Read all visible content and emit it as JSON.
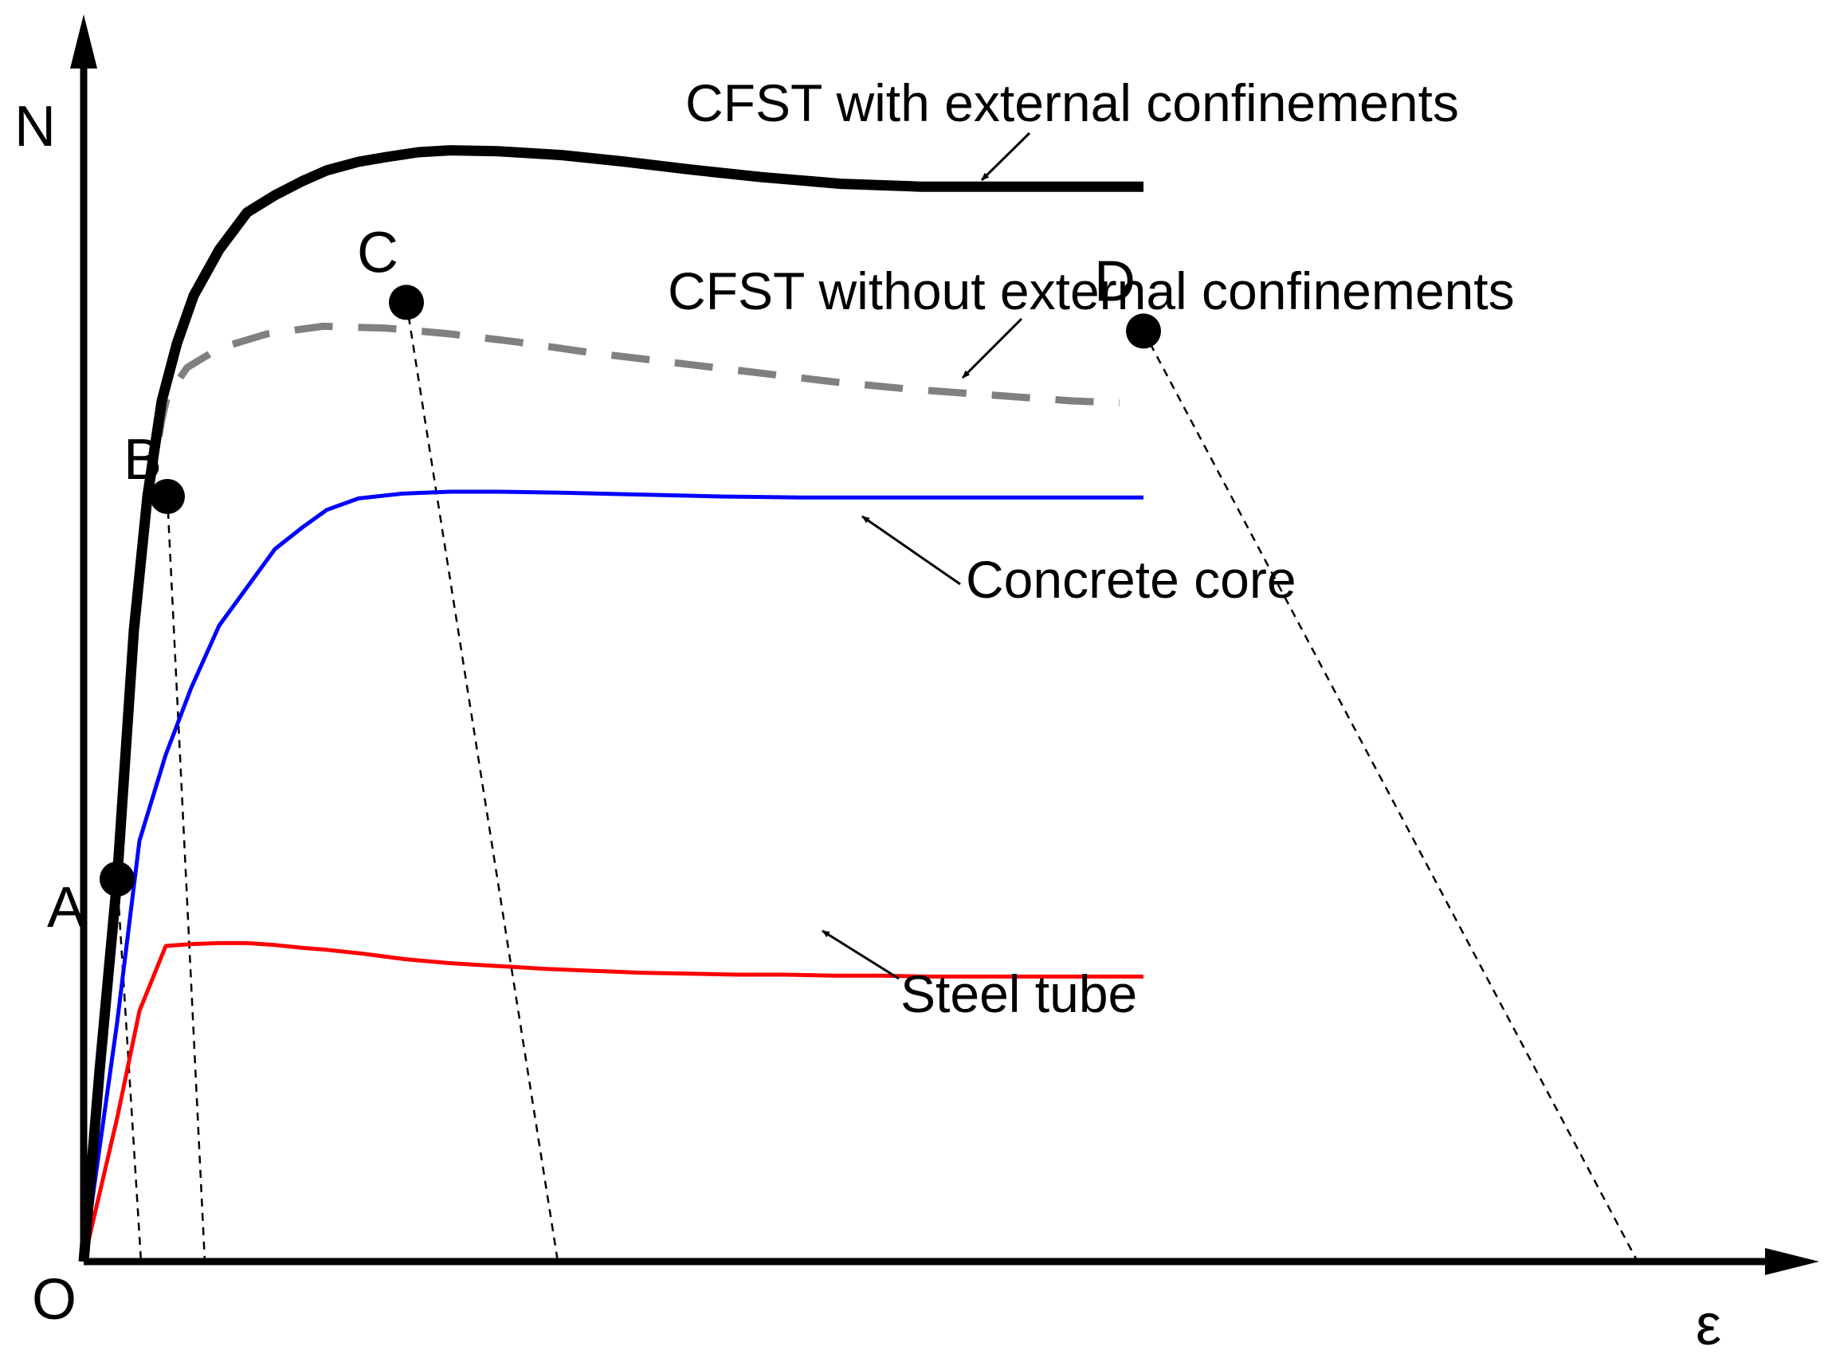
{
  "chart_data": {
    "type": "line",
    "title": "",
    "xlabel": "ε",
    "ylabel": "N",
    "origin_label": "O",
    "xlim": [
      0,
      1440
    ],
    "ylim": [
      0,
      1000
    ],
    "grid": false,
    "legend": "none",
    "series": [
      {
        "name": "CFST with external confinements",
        "color": "#000000",
        "style": "solid-thick",
        "x": [
          0,
          20,
          42,
          63,
          80,
          98,
          117,
          138,
          170,
          205,
          240,
          275,
          305,
          345,
          380,
          420,
          460,
          520,
          600,
          680,
          760,
          850,
          950,
          1050,
          1150,
          1250,
          1330
        ],
        "y": [
          0,
          200,
          400,
          660,
          800,
          900,
          960,
          1010,
          1058,
          1097,
          1115,
          1130,
          1141,
          1150,
          1155,
          1160,
          1162,
          1161,
          1157,
          1150,
          1142,
          1134,
          1127,
          1124,
          1124,
          1124,
          1124
        ]
      },
      {
        "name": "CFST without external confinements",
        "color": "#808080",
        "style": "dashed",
        "x": [
          0,
          20,
          42,
          63,
          80,
          98,
          105,
          130,
          170,
          230,
          300,
          380,
          460,
          540,
          640,
          740,
          840,
          940,
          1040,
          1140,
          1240,
          1300
        ],
        "y": [
          0,
          200,
          400,
          650,
          790,
          880,
          905,
          935,
          955,
          970,
          978,
          976,
          970,
          962,
          950,
          940,
          930,
          920,
          912,
          906,
          900,
          898
        ]
      },
      {
        "name": "Concrete core",
        "color": "#0000ff",
        "style": "solid",
        "x": [
          0,
          42,
          70,
          103,
          135,
          170,
          205,
          240,
          275,
          305,
          345,
          400,
          460,
          520,
          600,
          700,
          800,
          900,
          1000,
          1100,
          1200,
          1330
        ],
        "y": [
          0,
          250,
          440,
          530,
          600,
          665,
          705,
          745,
          768,
          786,
          798,
          803,
          805,
          805,
          804,
          802,
          800,
          799,
          799,
          799,
          799,
          799
        ]
      },
      {
        "name": "Steel tube",
        "color": "#ff0000",
        "style": "solid",
        "x": [
          0,
          42,
          70,
          103,
          135,
          170,
          205,
          240,
          275,
          305,
          350,
          405,
          460,
          520,
          580,
          640,
          700,
          760,
          820,
          880,
          940,
          1000,
          1060,
          1120,
          1180,
          1240,
          1330
        ],
        "y": [
          0,
          150,
          262,
          330,
          332,
          333,
          333,
          331,
          328,
          326,
          322,
          316,
          312,
          309,
          306,
          304,
          302,
          301,
          300,
          300,
          299,
          299,
          298,
          298,
          298,
          298,
          298
        ]
      }
    ],
    "points": [
      {
        "label": "A",
        "x": 42,
        "y": 400
      },
      {
        "label": "B",
        "x": 105,
        "y": 800
      },
      {
        "label": "C",
        "x": 405,
        "y": 1003
      },
      {
        "label": "D",
        "x": 1330,
        "y": 973
      }
    ],
    "annotations": [
      "CFST with external confinements",
      "CFST without external confinements",
      "Concrete core",
      "Steel tube"
    ]
  }
}
